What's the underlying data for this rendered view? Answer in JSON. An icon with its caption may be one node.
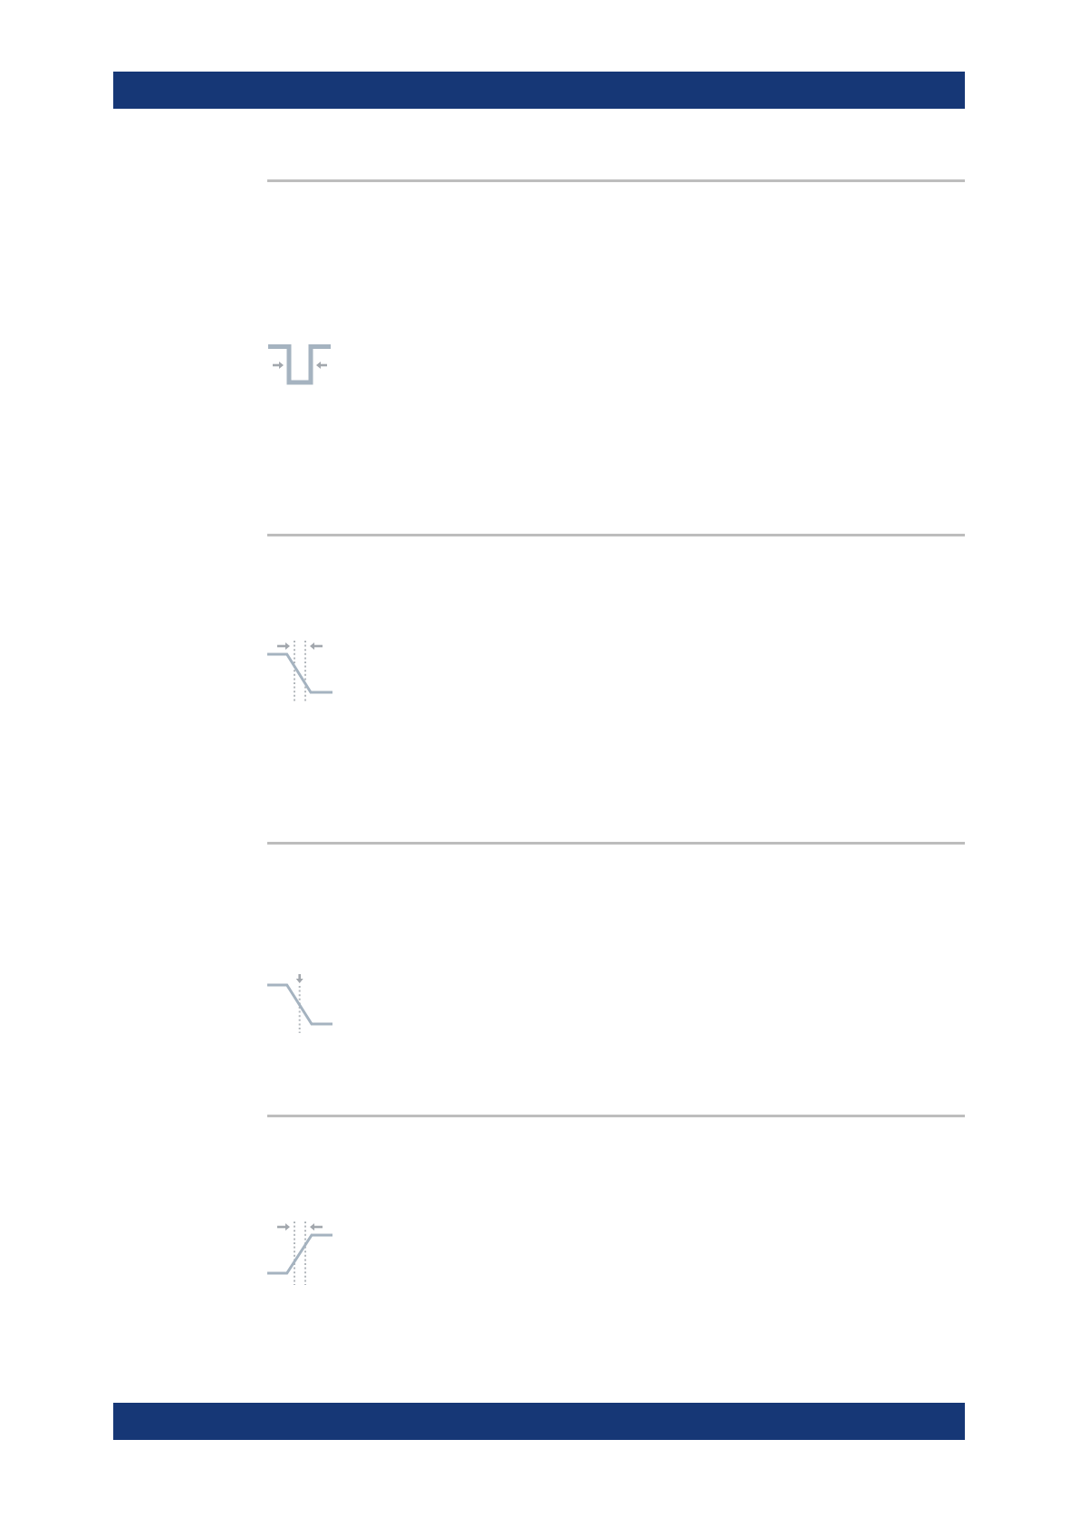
{
  "diagram": {
    "nodes": [
      {
        "text": [],
        "shape": "picture"
      },
      {
        "text": [],
        "shape": "picture"
      },
      {
        "text": [],
        "shape": "picture"
      },
      {
        "text": [],
        "shape": "picture"
      }
    ]
  }
}
